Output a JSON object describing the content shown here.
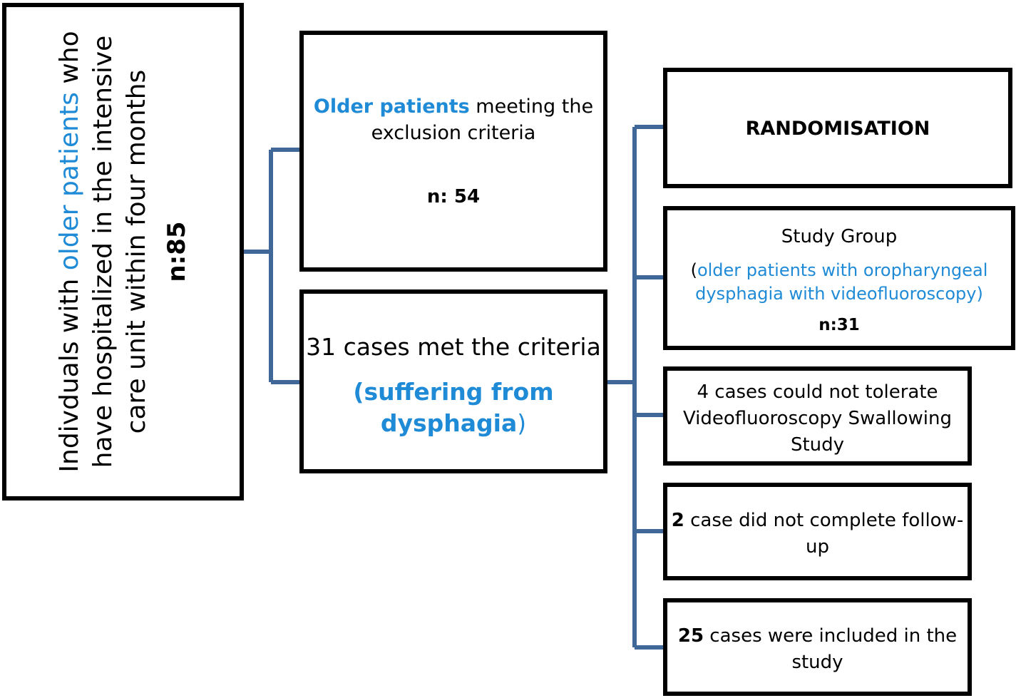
{
  "left_box": {
    "text_a": "Indivduals with ",
    "text_b": "older patients",
    "text_c": " who have hospitalized  in the intensive care unit  within four months",
    "n": "n:85"
  },
  "exclusion_box": {
    "highlight": "Older patients",
    "text": " meeting the exclusion criteria",
    "n": "n: 54"
  },
  "criteria_box": {
    "main": "31 cases met the criteria",
    "open_paren": "(",
    "sub_highlight": "suffering from dysphagia",
    "close_paren": ")"
  },
  "randomisation_box": {
    "label": "RANDOMISATION"
  },
  "study_group_box": {
    "title": "Study Group",
    "open_paren": "(",
    "desc": "older patients with oropharyngeal dysphagia with videofluoroscopy)",
    "n": "n:31"
  },
  "tolerate_box": {
    "text": "4 cases could not tolerate Videofluoroscopy Swallowing Study"
  },
  "followup_box": {
    "num": "2",
    "text": " case did not complete follow-up"
  },
  "included_box": {
    "num": "25",
    "text": " cases were included in the study"
  },
  "colors": {
    "accent_blue": "#1f8ad6",
    "connector": "#3f6798",
    "border": "#000000"
  }
}
